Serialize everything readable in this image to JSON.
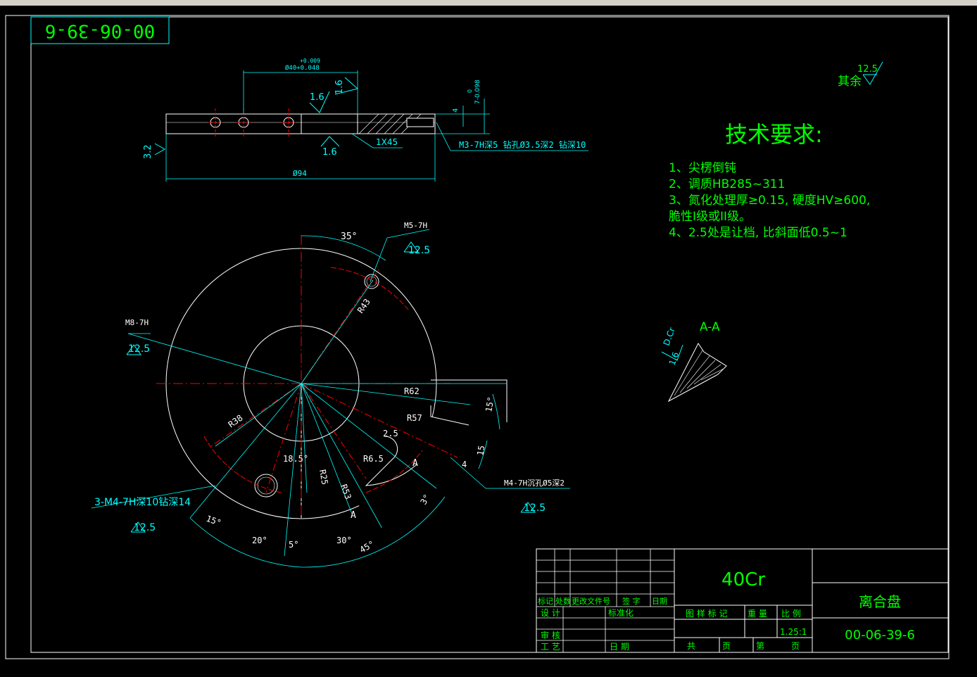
{
  "toolbar": {
    "icons": [
      "pointer-icon",
      "snap-icon",
      "layer-icon",
      "print-icon",
      "refresh-icon"
    ]
  },
  "colors": {
    "background": "#000000",
    "outline": "#ffffff",
    "dimension": "#00ffff",
    "note": "#00ff00",
    "center": "#ff0000"
  },
  "drawing_number_rotated": "00-06-39-6",
  "roughness_other": {
    "label": "其余",
    "value": "12.5"
  },
  "tech": {
    "title": "技术要求:",
    "items": [
      "1、尖楞倒钝",
      "2、调质HB285~311",
      "3、氮化处理厚≥0.15, 硬度HV≥600,",
      "脆性I级或II级。",
      "4、2.5处是让档, 比斜面低0.5~1"
    ]
  },
  "section_label": "A-A",
  "section_note": "1.6",
  "section_note2": "D.Cr",
  "side_view": {
    "dim_bore": "Ø40+0.048",
    "dim_bore_lo": "+0.009",
    "dim_total": "Ø94",
    "thread_note": "M3-7H深5 钻孔Ø3.5深2 钻深10",
    "chamfer": "1X45",
    "rough_a": "1.6",
    "rough_b": "1.6",
    "rough_c": "1.6",
    "rough_d": "3.2",
    "dim_thk": "7-0.098",
    "dim_thk_up": "0",
    "dim_step": "4"
  },
  "front_view": {
    "hole_m5": "M5-7H",
    "hole_m5_r": "12.5",
    "hole_m8": "M8-7H",
    "hole_m8_r": "12.5",
    "hole_3m4": "3-M4-7H深10钻深14",
    "hole_3m4_r": "12.5",
    "hole_m4": "M4-7H沉孔Ø5深2",
    "hole_m4_r": "12.5",
    "ang_35": "35°",
    "ang_15a": "15°",
    "ang_15b": "15°",
    "ang_20": "20°",
    "ang_5": "5°",
    "ang_30": "30°",
    "ang_45": "45°",
    "ang_3": "3°",
    "ang_185": "18.5°",
    "r43": "R43",
    "r62": "R62",
    "r57": "R57",
    "r38": "R38",
    "r25": "R25",
    "r53": "R53",
    "r65": "R6.5",
    "d25": "2.5",
    "d15": "15",
    "d4": "4",
    "sec_a": "A"
  },
  "title_block": {
    "material": "40Cr",
    "part_name": "离合盘",
    "drawing_no": "00-06-39-6",
    "scale": "1.25:1",
    "rev_headers": [
      "标记",
      "处数",
      "更改文件号",
      "签 字",
      "日期"
    ],
    "design": "设 计",
    "standard": "标准化",
    "check": "审 核",
    "process": "工 艺",
    "date": "日 期",
    "stage_mark": "图 样 标 记",
    "weight": "重 量",
    "ratio": "比 例",
    "total": "共",
    "page": "页",
    "sheet": "第",
    "page2": "页"
  }
}
